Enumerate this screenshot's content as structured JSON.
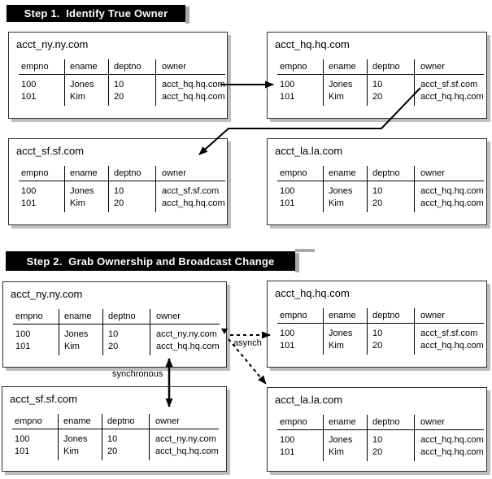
{
  "figure": {
    "steps": [
      {
        "label": "Step 1.  Identify True Owner",
        "tables": [
          {
            "name": "acct_ny.ny.com",
            "columns": [
              "empno",
              "ename",
              "deptno",
              "owner"
            ],
            "rows": [
              [
                "100",
                "Jones",
                "10",
                "acct_hq.hq.com"
              ],
              [
                "101",
                "Kim",
                "20",
                "acct_hq.hq.com"
              ]
            ]
          },
          {
            "name": "acct_hq.hq.com",
            "columns": [
              "empno",
              "ename",
              "deptno",
              "owner"
            ],
            "rows": [
              [
                "100",
                "Jones",
                "10",
                "acct_sf.sf.com"
              ],
              [
                "101",
                "Kim",
                "20",
                "acct_hq.hq.com"
              ]
            ]
          },
          {
            "name": "acct_sf.sf.com",
            "columns": [
              "empno",
              "ename",
              "deptno",
              "owner"
            ],
            "rows": [
              [
                "100",
                "Jones",
                "10",
                "acct_sf.sf.com"
              ],
              [
                "101",
                "Kim",
                "20",
                "acct_hq.hq.com"
              ]
            ]
          },
          {
            "name": "acct_la.la.com",
            "columns": [
              "empno",
              "ename",
              "deptno",
              "owner"
            ],
            "rows": [
              [
                "100",
                "Jones",
                "10",
                "acct_hq.hq.com"
              ],
              [
                "101",
                "Kim",
                "20",
                "acct_hq.hq.com"
              ]
            ]
          }
        ]
      },
      {
        "label": "Step 2.  Grab Ownership and Broadcast Change",
        "tables": [
          {
            "name": "acct_ny.ny.com",
            "columns": [
              "empno",
              "ename",
              "deptno",
              "owner"
            ],
            "rows": [
              [
                "100",
                "Jones",
                "10",
                "acct_ny.ny.com"
              ],
              [
                "101",
                "Kim",
                "20",
                "acct_hq.hq.com"
              ]
            ]
          },
          {
            "name": "acct_hq.hq.com",
            "columns": [
              "empno",
              "ename",
              "deptno",
              "owner"
            ],
            "rows": [
              [
                "100",
                "Jones",
                "10",
                "acct_sf.sf.com"
              ],
              [
                "101",
                "Kim",
                "20",
                "acct_hq.hq.com"
              ]
            ]
          },
          {
            "name": "acct_sf.sf.com",
            "columns": [
              "empno",
              "ename",
              "deptno",
              "owner"
            ],
            "rows": [
              [
                "100",
                "Jones",
                "10",
                "acct_ny.ny.com"
              ],
              [
                "101",
                "Kim",
                "20",
                "acct_hq.hq.com"
              ]
            ]
          },
          {
            "name": "acct_la.la.com",
            "columns": [
              "empno",
              "ename",
              "deptno",
              "owner"
            ],
            "rows": [
              [
                "100",
                "Jones",
                "10",
                "acct_hq.hq.com"
              ],
              [
                "101",
                "Kim",
                "20",
                "acct_hq.hq.com"
              ]
            ]
          }
        ]
      }
    ],
    "annotations": {
      "synchronous": "synchronous",
      "asynch": "asynch"
    },
    "colors": {
      "bar_bg": "#000000",
      "bar_text": "#ffffff",
      "box_border": "#2e2e2e",
      "box_shadow": "#bdbdbd",
      "arrow": "#000000",
      "text": "#000000",
      "background": "#ffffff"
    }
  }
}
